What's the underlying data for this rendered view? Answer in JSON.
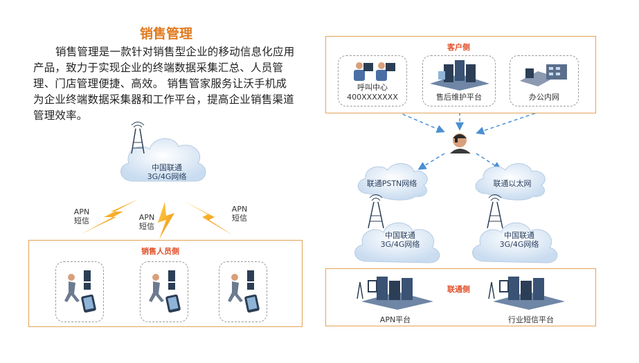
{
  "header": {
    "title": "销售管理",
    "intro": "销售管理是一款针对销售型企业的移动信息化应用产品，致力于实现企业的终端数据采集汇总、人员管理、门店管理便捷、高效。 销售管家服务让沃手机成为企业终端数据采集器和工作平台，提高企业销售渠道管理效率。"
  },
  "left": {
    "network_cloud": {
      "line1": "中国联通",
      "line2": "3G/4G网络"
    },
    "links": [
      {
        "line1": "APN",
        "line2": "短信"
      },
      {
        "line1": "APN",
        "line2": "短信"
      },
      {
        "line1": "APN",
        "line2": "短信"
      }
    ],
    "sales_panel": {
      "label": "销售人员侧"
    }
  },
  "right": {
    "customer_panel": {
      "label": "客户侧",
      "items": [
        {
          "line1": "呼叫中心",
          "line2": "400XXXXXXX"
        },
        {
          "line1": "售后维护平台",
          "line2": ""
        },
        {
          "line1": "办公内网",
          "line2": ""
        }
      ]
    },
    "pstn_cloud": {
      "label": "联通PSTN网络"
    },
    "ethernet_cloud": {
      "label": "联通以太网"
    },
    "network_left": {
      "line1": "中国联通",
      "line2": "3G/4G网络"
    },
    "network_right": {
      "line1": "中国联通",
      "line2": "3G/4G网络"
    },
    "unicom_panel": {
      "label": "联通侧",
      "items": [
        {
          "label": "APN平台"
        },
        {
          "label": "行业短信平台"
        }
      ]
    }
  },
  "colors": {
    "accent_orange": "#e07a1f",
    "panel_border": "#e3a257",
    "panel_label": "#e0502a",
    "arrow_blue": "#4a8fd4",
    "lightning": "#f5a316",
    "cloud_fill": "#dde9f5"
  }
}
